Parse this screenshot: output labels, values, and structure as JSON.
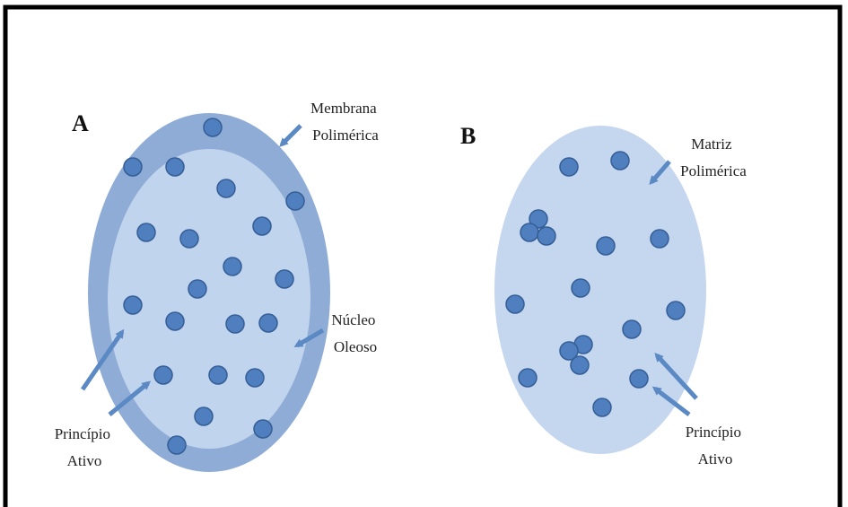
{
  "figure": {
    "colors": {
      "frame": "#000000",
      "membrane": "#8eacd5",
      "core": "#c1d4ee",
      "matrix": "#c5d6ef",
      "particle_fill": "#4f7fbe",
      "particle_stroke": "#355e96",
      "arrow": "#5b89c4"
    },
    "panel_a": {
      "letter": "A",
      "membrane_label": [
        "Membrana",
        "Polimérica"
      ],
      "core_label": [
        "Núcleo",
        "Oleoso"
      ],
      "active_label": [
        "Princípio",
        "Ativo"
      ]
    },
    "panel_b": {
      "letter": "B",
      "matrix_label": [
        "Matriz",
        "Polimérica"
      ],
      "active_label": [
        "Princípio",
        "Ativo"
      ]
    }
  }
}
